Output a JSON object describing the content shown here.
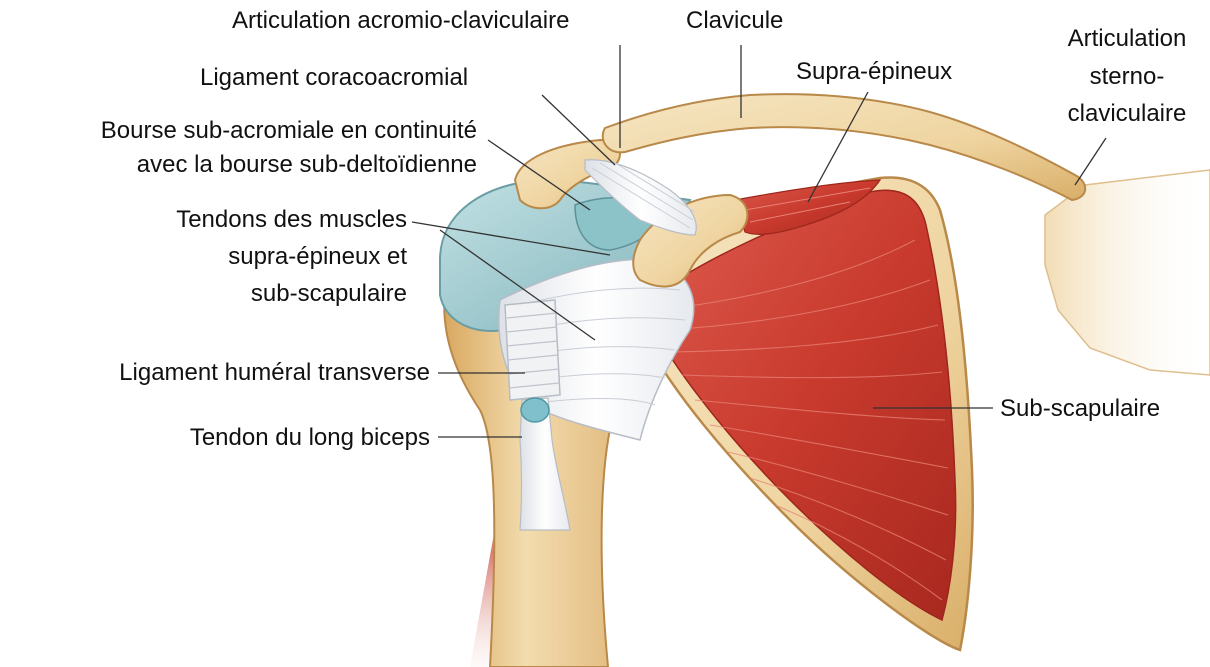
{
  "colors": {
    "bone": "#efd7a8",
    "bone_shade": "#d7ae6a",
    "bone_outline": "#b9894a",
    "cartilage": "#a9d2d6",
    "cartilage_shade": "#7fb6bd",
    "muscle": "#c7382c",
    "muscle_dark": "#a52a21",
    "muscle_light": "#e0675b",
    "tendon": "#f3f4f6",
    "tendon_shade": "#c9ced6",
    "leader": "#333333"
  },
  "labels": {
    "ac_joint": "Articulation acromio-claviculaire",
    "clavicle": "Clavicule",
    "sc_joint_1": "Articulation",
    "sc_joint_2": "sterno-",
    "sc_joint_3": "claviculaire",
    "coracoacromial": "Ligament coracoacromial",
    "supraspinatus": "Supra-épineux",
    "bursa_1": "Bourse sub-acromiale en continuité",
    "bursa_2": "avec la bourse sub-deltoïdienne",
    "tendons_1": "Tendons des muscles",
    "tendons_2": "supra-épineux et",
    "tendons_3": "sub-scapulaire",
    "transverse_ligament": "Ligament huméral transverse",
    "biceps_tendon": "Tendon du long biceps",
    "subscapularis": "Sub-scapulaire"
  }
}
